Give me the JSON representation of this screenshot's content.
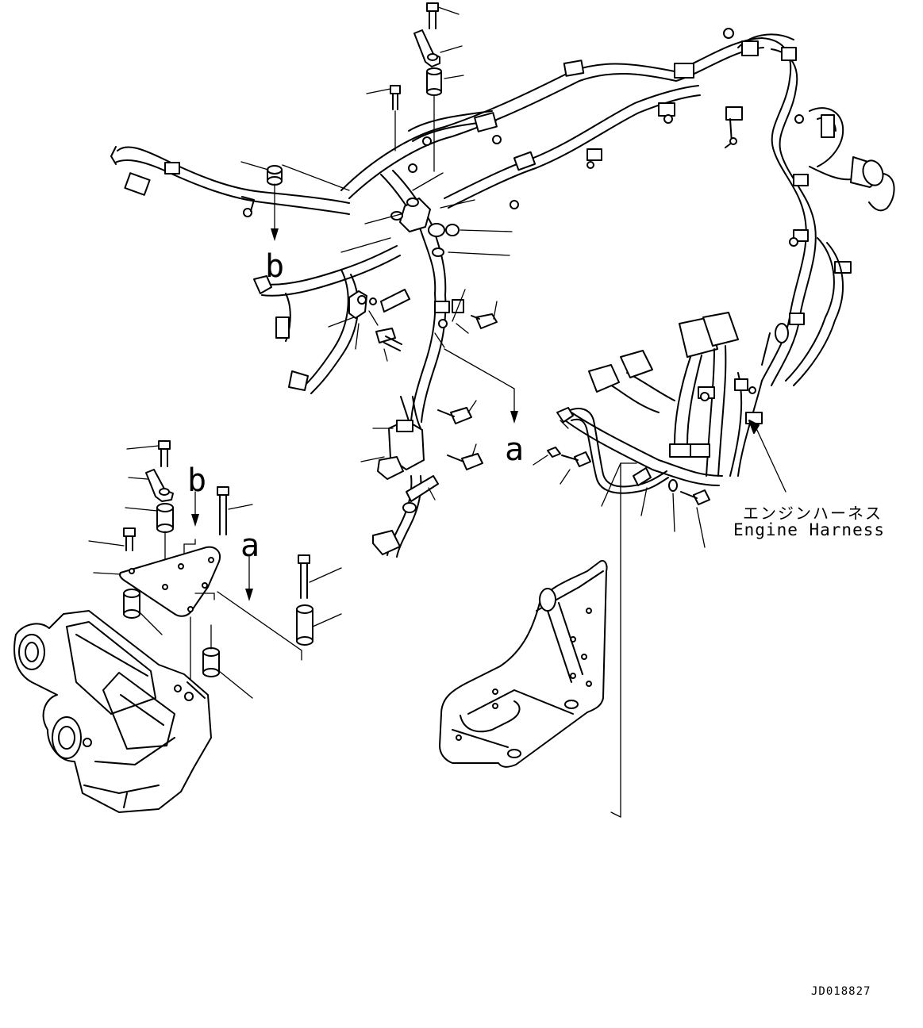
{
  "diagram": {
    "view_labels": {
      "b_upper": "b",
      "a_upper": "a",
      "b_lower": "b",
      "a_lower": "a"
    },
    "harness_label_jp": "エンジンハーネス",
    "harness_label_en": "Engine Harness",
    "drawing_code": "JD018827"
  }
}
